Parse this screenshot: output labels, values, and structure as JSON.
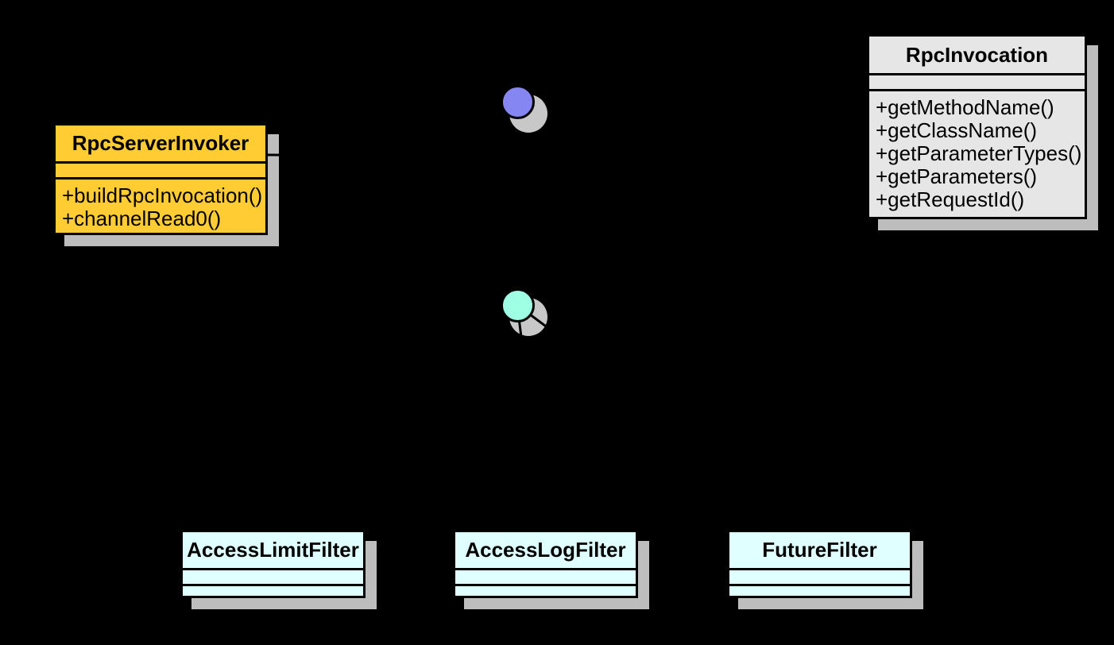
{
  "diagram": {
    "kind": "uml-class-diagram",
    "background": "#000000",
    "line_color": "#000000",
    "box_shadow_color": "#BDBDBD",
    "circle_shadow_color": "#C8C8C8",
    "classes": {
      "rpc_server_invoker": {
        "name": "RpcServerInvoker",
        "fill": "#FFCC33",
        "attributes": [],
        "methods": [
          "+buildRpcInvocation()",
          "+channelRead0()"
        ]
      },
      "rpc_invocation": {
        "name": "RpcInvocation",
        "fill": "#E6E6E6",
        "attributes": [],
        "methods": [
          "+getMethodName()",
          "+getClassName()",
          "+getParameterTypes()",
          "+getParameters()",
          "+getRequestId()"
        ]
      },
      "access_limit_filter": {
        "name": "AccessLimitFilter",
        "fill": "#E0FFFF",
        "attributes": [],
        "methods": []
      },
      "access_log_filter": {
        "name": "AccessLogFilter",
        "fill": "#E0FFFF",
        "attributes": [],
        "methods": []
      },
      "future_filter": {
        "name": "FutureFilter",
        "fill": "#E0FFFF",
        "attributes": [],
        "methods": []
      }
    },
    "interfaces": {
      "top_lollipop": {
        "kind": "interface-lollipop",
        "fill": "#8686F2"
      },
      "bottom_lollipop": {
        "kind": "interface-lollipop",
        "fill": "#9EFFE4"
      }
    }
  }
}
